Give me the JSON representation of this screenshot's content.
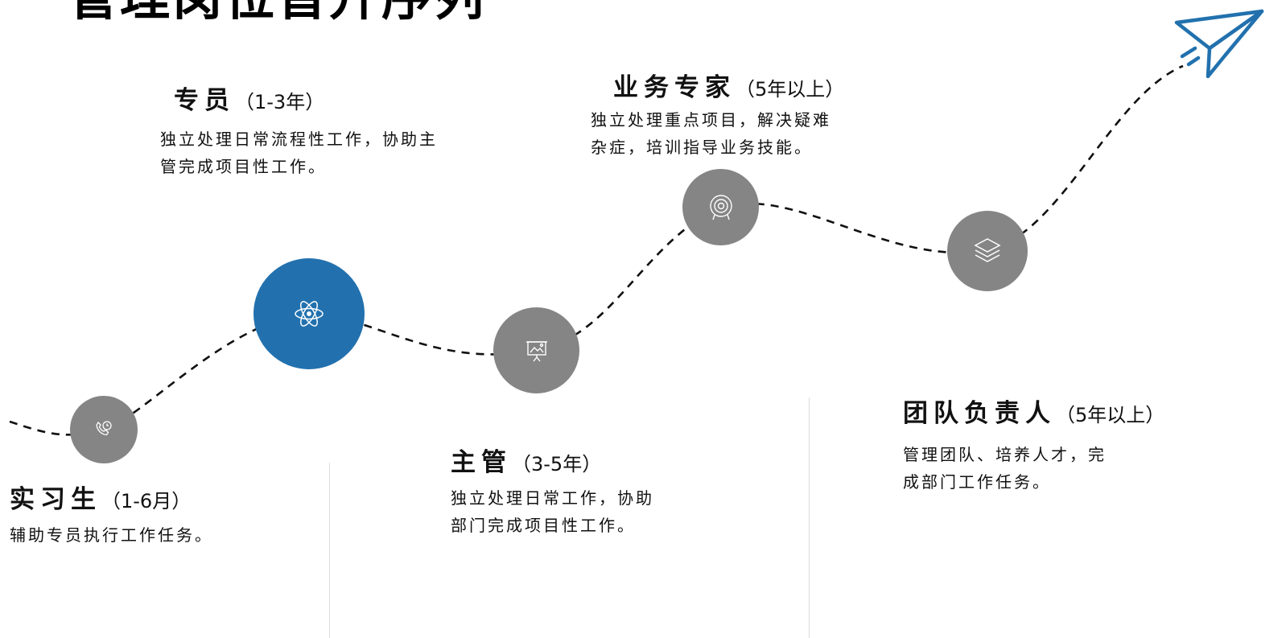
{
  "page": {
    "title": "管理岗位晋升序列"
  },
  "colors": {
    "accent": "#2271AE",
    "node_gray": "#858585",
    "path": "#111111",
    "divider": "#DDDDDD"
  },
  "stages": [
    {
      "name": "实习生",
      "years": "（1-6月）",
      "desc_lines": [
        "辅助专员执行工作任务。"
      ],
      "icon": "phone-clock-icon",
      "highlighted": false
    },
    {
      "name": "专员",
      "years": "（1-3年）",
      "desc_lines": [
        "独立处理日常流程性工作，协助主",
        "管完成项目性工作。"
      ],
      "icon": "atom-icon",
      "highlighted": true
    },
    {
      "name": "主管",
      "years": "（3-5年）",
      "desc_lines": [
        "独立处理日常工作，协助",
        "部门完成项目性工作。"
      ],
      "icon": "presentation-board-icon",
      "highlighted": false
    },
    {
      "name": "业务专家",
      "years": "（5年以上）",
      "desc_lines": [
        "独立处理重点项目，解决疑难",
        "杂症，培训指导业务技能。"
      ],
      "icon": "target-icon",
      "highlighted": false
    },
    {
      "name": "团队负责人",
      "years": "（5年以上）",
      "desc_lines": [
        "管理团队、培养人才，完",
        "成部门工作任务。"
      ],
      "icon": "layers-icon",
      "highlighted": false
    }
  ],
  "decorations": {
    "end_icon": "paper-plane-icon"
  }
}
